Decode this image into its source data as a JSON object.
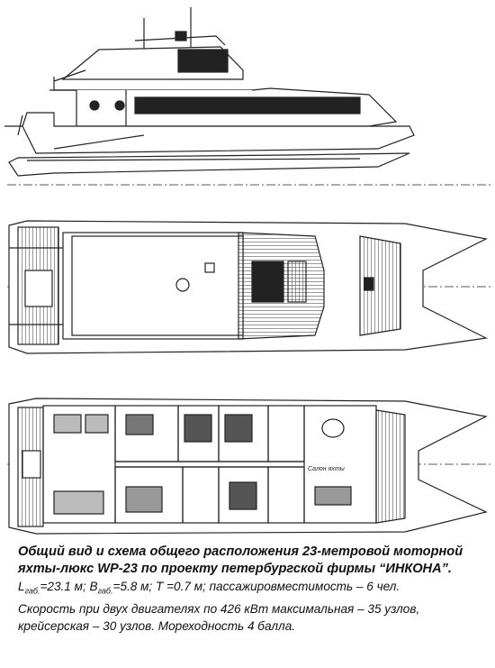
{
  "caption": {
    "title": "Общий вид и схема общего расположения 23-метровой моторной яхты-люкс WP-23 по проекту петербургской фирмы “ИНКОНА”.",
    "spec_line1": {
      "L_symbol": "L",
      "L_sub": "габ.",
      "L_value": "=23.1 м; ",
      "B_symbol": "B",
      "B_sub": "габ.",
      "B_value": "=5.8 м; ",
      "rest": "T =0.7 м; пассажировместимость – 6 чел."
    },
    "spec_line2": "Скорость при двух двигателях по 426 кВт максимальная – 35 узлов,",
    "spec_line3": "крейсерская – 30 узлов. Мореходность 4 балла."
  },
  "drawing": {
    "plan_label": "Салон яхты"
  }
}
